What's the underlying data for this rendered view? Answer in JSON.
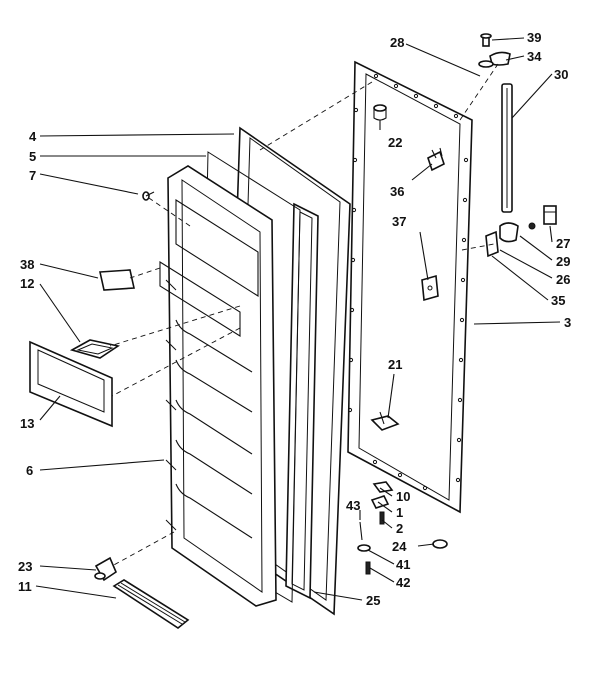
{
  "diagram": {
    "callouts": [
      {
        "id": "c39",
        "text": "39"
      },
      {
        "id": "c28",
        "text": "28"
      },
      {
        "id": "c34",
        "text": "34"
      },
      {
        "id": "c30",
        "text": "30"
      },
      {
        "id": "c22",
        "text": "22"
      },
      {
        "id": "c4",
        "text": "4"
      },
      {
        "id": "c5",
        "text": "5"
      },
      {
        "id": "c7",
        "text": "7"
      },
      {
        "id": "c36",
        "text": "36"
      },
      {
        "id": "c37",
        "text": "37"
      },
      {
        "id": "c27",
        "text": "27"
      },
      {
        "id": "c29",
        "text": "29"
      },
      {
        "id": "c26",
        "text": "26"
      },
      {
        "id": "c35",
        "text": "35"
      },
      {
        "id": "c38",
        "text": "38"
      },
      {
        "id": "c12",
        "text": "12"
      },
      {
        "id": "c3",
        "text": "3"
      },
      {
        "id": "c21",
        "text": "21"
      },
      {
        "id": "c13",
        "text": "13"
      },
      {
        "id": "c6",
        "text": "6"
      },
      {
        "id": "c10",
        "text": "10"
      },
      {
        "id": "c1",
        "text": "1"
      },
      {
        "id": "c43",
        "text": "43"
      },
      {
        "id": "c2",
        "text": "2"
      },
      {
        "id": "c24",
        "text": "24"
      },
      {
        "id": "c41",
        "text": "41"
      },
      {
        "id": "c23",
        "text": "23"
      },
      {
        "id": "c42",
        "text": "42"
      },
      {
        "id": "c11",
        "text": "11"
      },
      {
        "id": "c25",
        "text": "25"
      }
    ]
  }
}
